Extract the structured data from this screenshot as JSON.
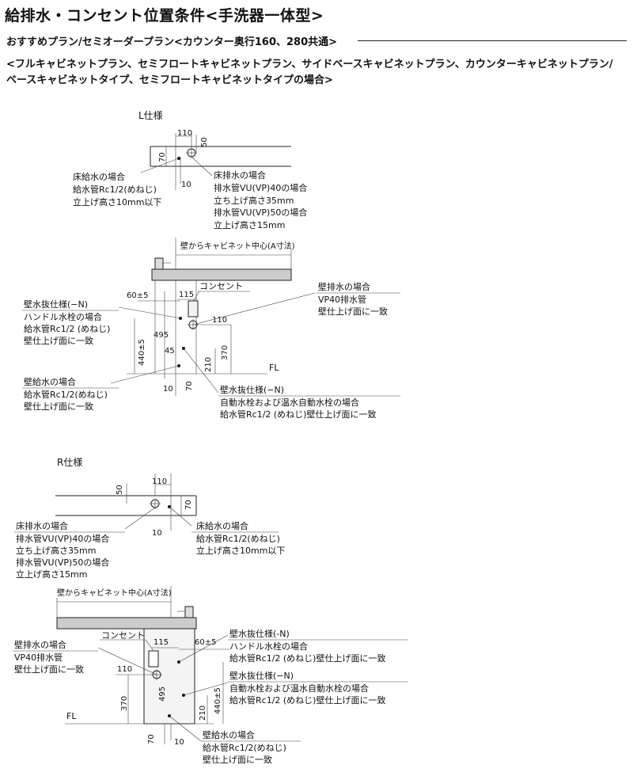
{
  "header": {
    "title": "給排水・コンセント位置条件<手洗器一体型>",
    "subtitle": "おすすめプラン/セミオーダープラン<カウンター奥行160、280共通>",
    "conditions": [
      "<フルキャビネットプラン、セミフロートキャビネットプラン、サイドベースキャビネットプラン、カウンターキャビネットプラン/",
      "ベースキャビネットタイプ、セミフロートキャビネットタイプの場合>"
    ]
  },
  "l_spec": {
    "label": "L仕様",
    "plan": {
      "dims": {
        "w110": "110",
        "d50": "50",
        "d70": "70",
        "d10": "10"
      },
      "floor_supply": [
        "床給水の場合",
        "給水管Rc1/2(めねじ)",
        "立上げ高さ10mm以下"
      ],
      "floor_drain": [
        "床排水の場合",
        "排水管VU(VP)40の場合",
        "立ち上げ高さ35mm",
        "排水管VU(VP)50の場合",
        "立上げ高さ15mm"
      ]
    },
    "elev": {
      "wall_to_center": "壁からキャビネット中心(A寸法)",
      "outlet": "コンセント",
      "dims": {
        "d60": "60±5",
        "d115": "115",
        "d495": "495",
        "d110": "110",
        "d45": "45",
        "d440": "440±5",
        "d210": "210",
        "d370": "370",
        "d10": "10",
        "d70": "70"
      },
      "fl": "FL",
      "wall_drain": [
        "壁排水の場合",
        "VP40排水管",
        "壁仕上げ面に一致"
      ],
      "wall_pipe_top": [
        "壁水抜仕様(−N)",
        "ハンドル水栓の場合",
        "給水管Rc1/2 (めねじ)",
        "壁仕上げ面に一致"
      ],
      "wall_supply": [
        "壁給水の場合",
        "給水管Rc1/2(めねじ)",
        "壁仕上げ面に一致"
      ],
      "wall_pipe_bottom": [
        "壁水抜仕様(−N)",
        "自動水栓および温水自動水栓の場合",
        "給水管Rc1/2 (めねじ)壁仕上げ面に一致"
      ]
    }
  },
  "r_spec": {
    "label": "R仕様",
    "plan": {
      "dims": {
        "w110": "110",
        "d50": "50",
        "d70": "70",
        "d10": "10"
      },
      "floor_drain": [
        "床排水の場合",
        "排水管VU(VP)40の場合",
        "立ち上げ高さ35mm",
        "排水管VU(VP)50の場合",
        "立上げ高さ15mm"
      ],
      "floor_supply": [
        "床給水の場合",
        "給水管Rc1/2(めねじ)",
        "立上げ高さ10mm以下"
      ]
    },
    "elev": {
      "wall_to_center": "壁からキャビネット中心(A寸法)",
      "outlet": "コンセント",
      "dims": {
        "d115": "115",
        "d60": "60±5",
        "d110": "110",
        "d370": "370",
        "d495": "495",
        "d210": "210",
        "d440": "440±5",
        "d70": "70",
        "d10": "10"
      },
      "fl": "FL",
      "wall_drain": [
        "壁排水の場合",
        "VP40排水管",
        "壁仕上げ面に一致"
      ],
      "wall_pipe_top": [
        "壁水抜仕様(-N)",
        "ハンドル水栓の場合",
        "給水管Rc1/2 (めねじ)壁仕上げ面に一致"
      ],
      "wall_pipe_bottom": [
        "壁水抜仕様(−N)",
        "自動水栓および温水自動水栓の場合",
        "給水管Rc1/2 (めねじ)壁仕上げ面に一致"
      ],
      "wall_supply": [
        "壁給水の場合",
        "給水管Rc1/2(めねじ)",
        "壁仕上げ面に一致"
      ]
    }
  }
}
